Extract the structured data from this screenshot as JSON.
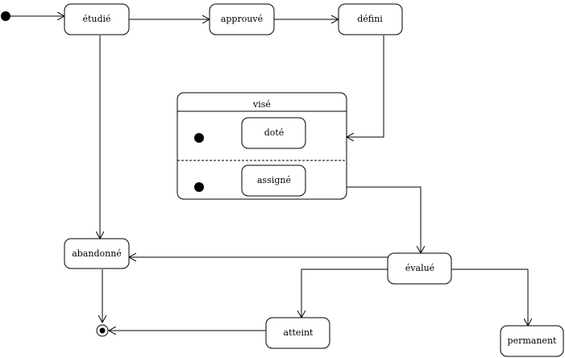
{
  "diagram": {
    "states": {
      "etudie": "étudié",
      "approuve": "approuvé",
      "defini": "défini",
      "vise": "visé",
      "dote": "doté",
      "assigne": "assigné",
      "abandonne": "abandonné",
      "evalue": "évalué",
      "atteint": "atteint",
      "permanent": "permanent"
    }
  }
}
